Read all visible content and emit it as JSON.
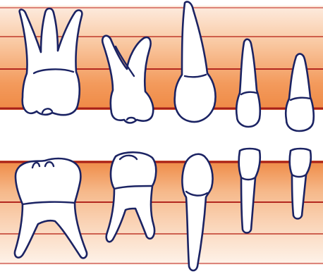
{
  "colors": {
    "background": "#ffffff",
    "band_light": "#fde8d6",
    "band_mid": "#f6b98b",
    "band_dark": "#ef8a45",
    "reference_line": "#b3271f",
    "outline": "#1b2363",
    "tooth_fill": "#ffffff"
  },
  "rows": [
    {
      "jaw": "upper",
      "teeth": [
        "molar",
        "premolar",
        "canine",
        "lateral-incisor",
        "central-incisor"
      ]
    },
    {
      "jaw": "lower",
      "teeth": [
        "molar",
        "premolar",
        "canine",
        "lateral-incisor",
        "central-incisor"
      ]
    }
  ]
}
